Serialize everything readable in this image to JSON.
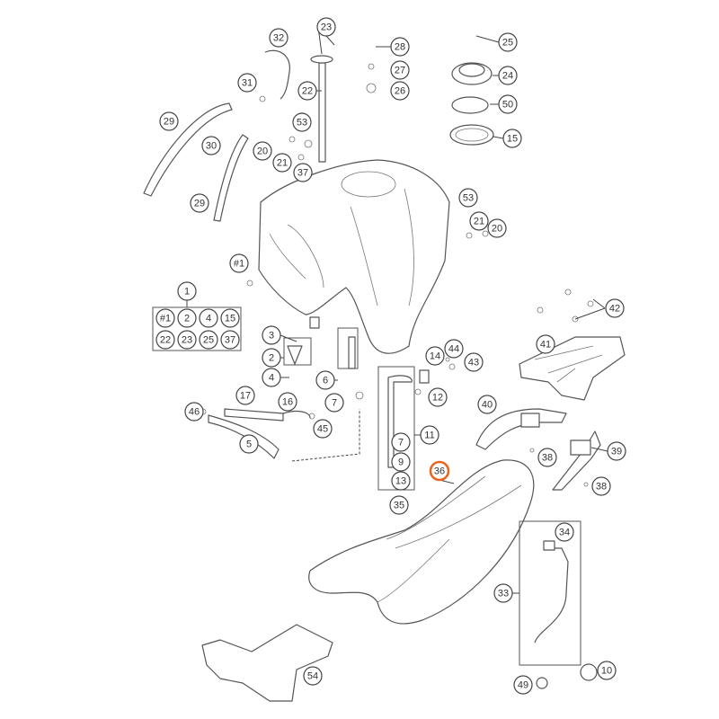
{
  "diagram": {
    "title": "Fuel tank, seat and luggage carrier exploded view",
    "highlight_color": "#e8661f",
    "highlighted_part": "36",
    "callouts": [
      "23",
      "32",
      "28",
      "25",
      "27",
      "24",
      "31",
      "22",
      "26",
      "50",
      "29",
      "53",
      "15",
      "30",
      "20",
      "21",
      "37",
      "29",
      "53",
      "21",
      "20",
      "#1",
      "1",
      "42",
      "3",
      "41",
      "14",
      "44",
      "2",
      "43",
      "6",
      "4",
      "12",
      "7",
      "17",
      "16",
      "40",
      "46",
      "45",
      "11",
      "5",
      "39",
      "38",
      "7",
      "9",
      "36",
      "13",
      "38",
      "35",
      "34",
      "33",
      "54",
      "10",
      "49"
    ],
    "kit_group": {
      "label": "1",
      "items": [
        "#1",
        "2",
        "4",
        "15",
        "22",
        "23",
        "25",
        "37"
      ]
    }
  }
}
